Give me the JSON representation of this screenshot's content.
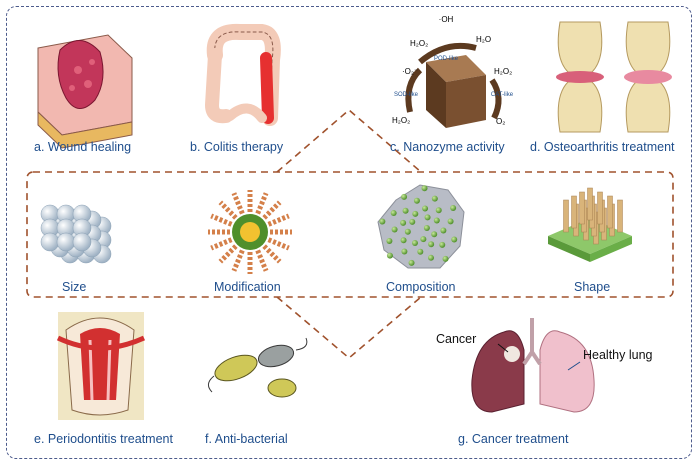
{
  "applications": [
    {
      "id": "a",
      "label": "a. Wound healing"
    },
    {
      "id": "b",
      "label": "b. Colitis therapy"
    },
    {
      "id": "c",
      "label": "c. Nanozyme activity"
    },
    {
      "id": "d",
      "label": "d. Osteoarthritis treatment"
    },
    {
      "id": "e",
      "label": "e. Periodontitis treatment"
    },
    {
      "id": "f",
      "label": "f. Anti-bacterial"
    },
    {
      "id": "g",
      "label": "g. Cancer treatment"
    }
  ],
  "properties": [
    "Size",
    "Modification",
    "Composition",
    "Shape"
  ],
  "nanozyme": {
    "oh": "·OH",
    "h2o2_tl": "H₂O₂",
    "h2o_tr": "H₂O",
    "pod": "POD-like",
    "o2m": "·O₂⁻",
    "sod": "SOD-like",
    "h2o2_bl": "H₂O₂",
    "h2o2_r": "H₂O₂",
    "cat": "CAT-like",
    "o2": "O₂"
  },
  "lung": {
    "cancer": "Cancer",
    "healthy": "Healthy lung"
  },
  "colors": {
    "frame": "#4d5b8c",
    "dashed_box": "#a0522d",
    "caption": "#1f4e8c"
  }
}
